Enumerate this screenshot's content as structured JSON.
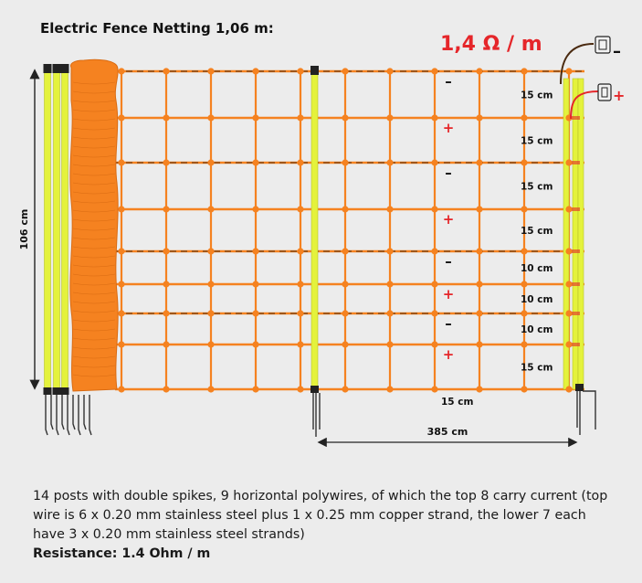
{
  "title": "Electric Fence Netting 1,06 m:",
  "resistance_label": "1,4 Ω / m",
  "height_label": "106 cm",
  "spacing_labels": [
    "15 cm",
    "15 cm",
    "15 cm",
    "15 cm",
    "10 cm",
    "10 cm",
    "10 cm",
    "15 cm"
  ],
  "bottom_spacing_label": "15 cm",
  "post_distance_label": "385 cm",
  "polarity": [
    "–",
    "+",
    "–",
    "+",
    "–",
    "+",
    "–",
    "+"
  ],
  "terminal_neg": "–",
  "terminal_pos": "+",
  "description": "14 posts with double spikes, 9 horizontal polywires, of which the top 8 carry current (top wire is 6 x 0.20 mm stainless steel plus 1 x 0.25 mm copper strand, the lower 7 each have 3 x 0.20 mm stainless steel strands)",
  "resistance_text": "Resistance: 1.4 Ohm / m",
  "colors": {
    "net": "#f58220",
    "post": "#e4f23c",
    "accent": "#e5262a",
    "wire_dark": "#4a2a10"
  }
}
